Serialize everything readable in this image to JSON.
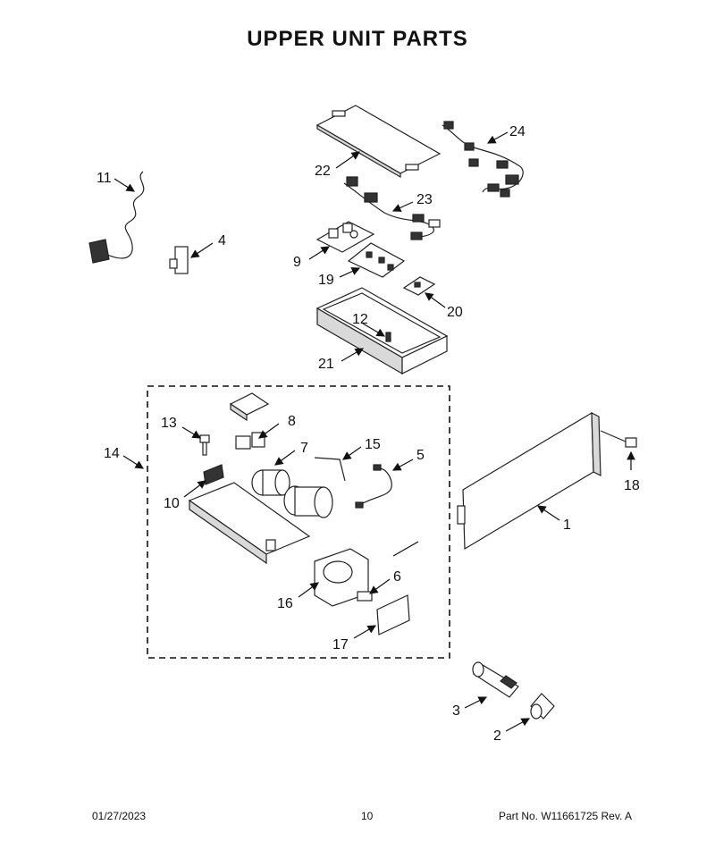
{
  "title": "UPPER UNIT PARTS",
  "callouts": {
    "c1": "1",
    "c2": "2",
    "c3": "3",
    "c4": "4",
    "c5": "5",
    "c6": "6",
    "c7": "7",
    "c8": "8",
    "c9": "9",
    "c10": "10",
    "c11": "11",
    "c12": "12",
    "c13": "13",
    "c14": "14",
    "c15": "15",
    "c16": "16",
    "c17": "17",
    "c18": "18",
    "c19": "19",
    "c20": "20",
    "c21": "21",
    "c22": "22",
    "c23": "23",
    "c24": "24"
  },
  "footer": {
    "date": "01/27/2023",
    "page": "10",
    "part_no": "Part No.  W11661725  Rev.  A"
  }
}
